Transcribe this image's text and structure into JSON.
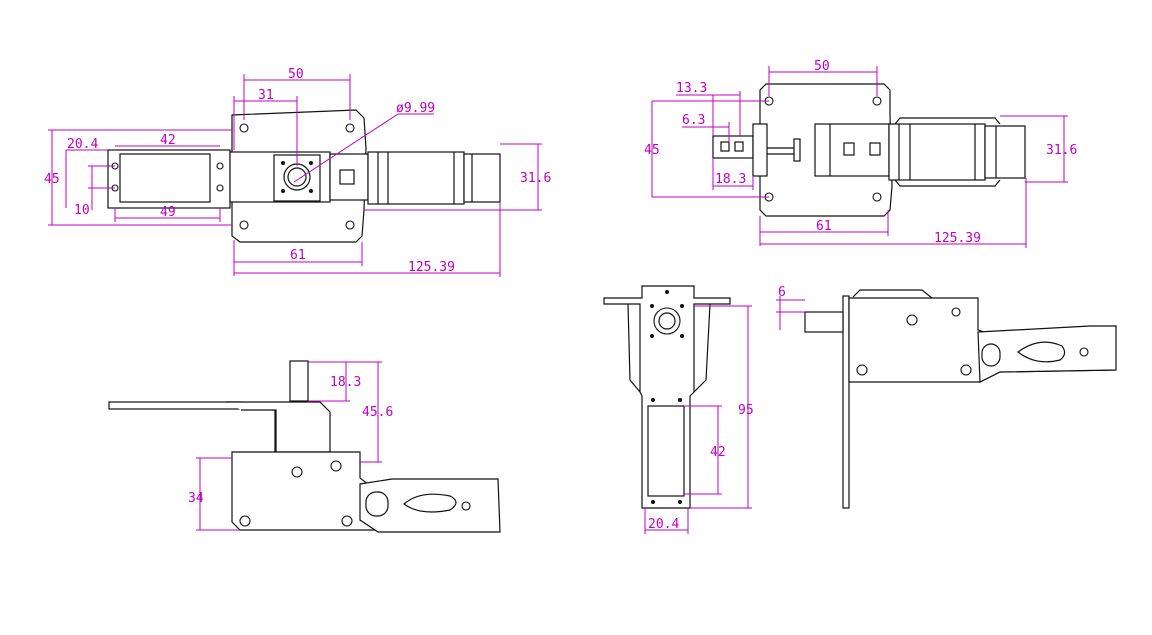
{
  "colors": {
    "outline": "#111111",
    "dimension": "#c000c0",
    "background": "#ffffff"
  },
  "views": {
    "top_left": {
      "d50": "50",
      "d31": "31",
      "dia": "ø9.99",
      "d20_4": "20.4",
      "d42": "42",
      "d45": "45",
      "d10": "10",
      "d49": "49",
      "d61": "61",
      "d125_39": "125.39",
      "d31_6": "31.6"
    },
    "top_right": {
      "d50": "50",
      "d13_3": "13.3",
      "d6_3": "6.3",
      "d45": "45",
      "d18_3": "18.3",
      "d61": "61",
      "d125_39": "125.39",
      "d31_6": "31.6"
    },
    "side_left": {
      "d18_3": "18.3",
      "d45_6": "45.6",
      "d34": "34"
    },
    "front": {
      "d95": "95",
      "d42": "42",
      "d20_4": "20.4"
    },
    "side_right": {
      "d6": "6"
    }
  }
}
